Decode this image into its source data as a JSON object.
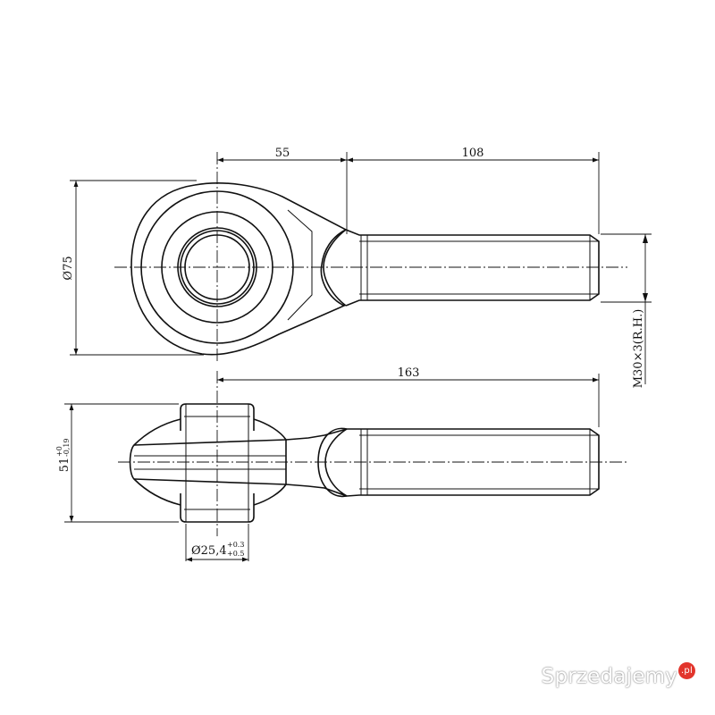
{
  "drawing": {
    "dimensions": {
      "top_width_head": "55",
      "top_width_shank": "108",
      "diameter_head": "Ø75",
      "thread_spec": "M30×3(R.H.)",
      "overall_length": "163",
      "height_main": "51",
      "height_tol_upper": "+0",
      "height_tol_lower": "-0,19",
      "bore_main": "Ø25,4",
      "bore_tol_upper": "+0.3",
      "bore_tol_lower": "+0.5"
    }
  },
  "watermark": {
    "text": "Sprzedajemy",
    "badge": ".pl",
    "color": "#e2352c"
  }
}
